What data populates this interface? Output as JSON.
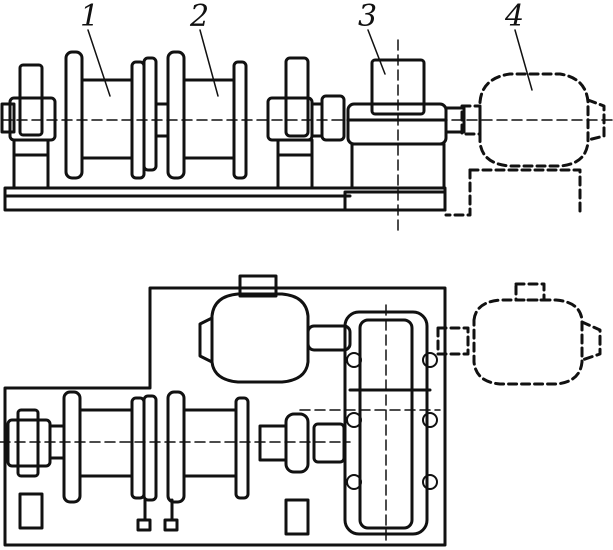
{
  "labels": {
    "drum_1": "1",
    "drum_2": "2",
    "gearbox_3": "3",
    "motor_4": "4"
  },
  "colors": {
    "ink": "#111111",
    "paper": "#ffffff"
  },
  "views": [
    "side-elevation",
    "plan"
  ]
}
